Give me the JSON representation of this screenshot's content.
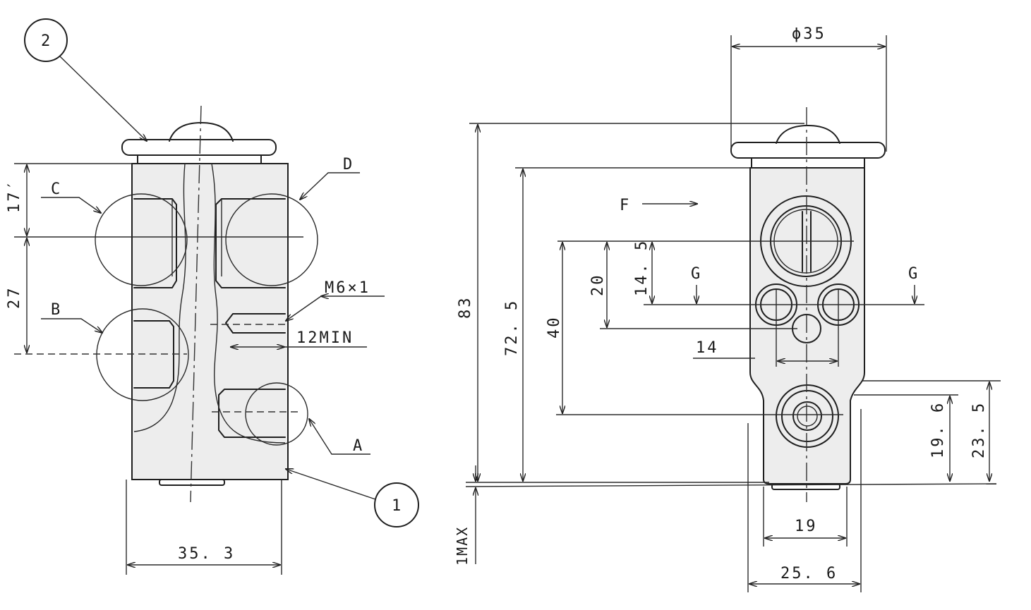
{
  "left_view": {
    "balloon_1": "1",
    "balloon_2": "2",
    "port_a": "A",
    "port_b": "B",
    "port_c": "C",
    "port_d": "D",
    "dim_width": "35. 3",
    "dim_17": "17′",
    "dim_27": "27",
    "dim_thread": "M6×1",
    "dim_thread_depth": "12MIN"
  },
  "right_view": {
    "dim_dia": "ϕ35",
    "flow_label": "F",
    "gauge_left": "G",
    "gauge_right": "G",
    "dim_83": "83",
    "dim_72_5": "72. 5",
    "dim_40": "40",
    "dim_20": "20",
    "dim_14_5": "14. 5",
    "dim_14": "14",
    "dim_19_6": "19. 6",
    "dim_23_5": "23. 5",
    "dim_19": "19",
    "dim_25_6": "25. 6",
    "dim_1max": "1MAX"
  }
}
